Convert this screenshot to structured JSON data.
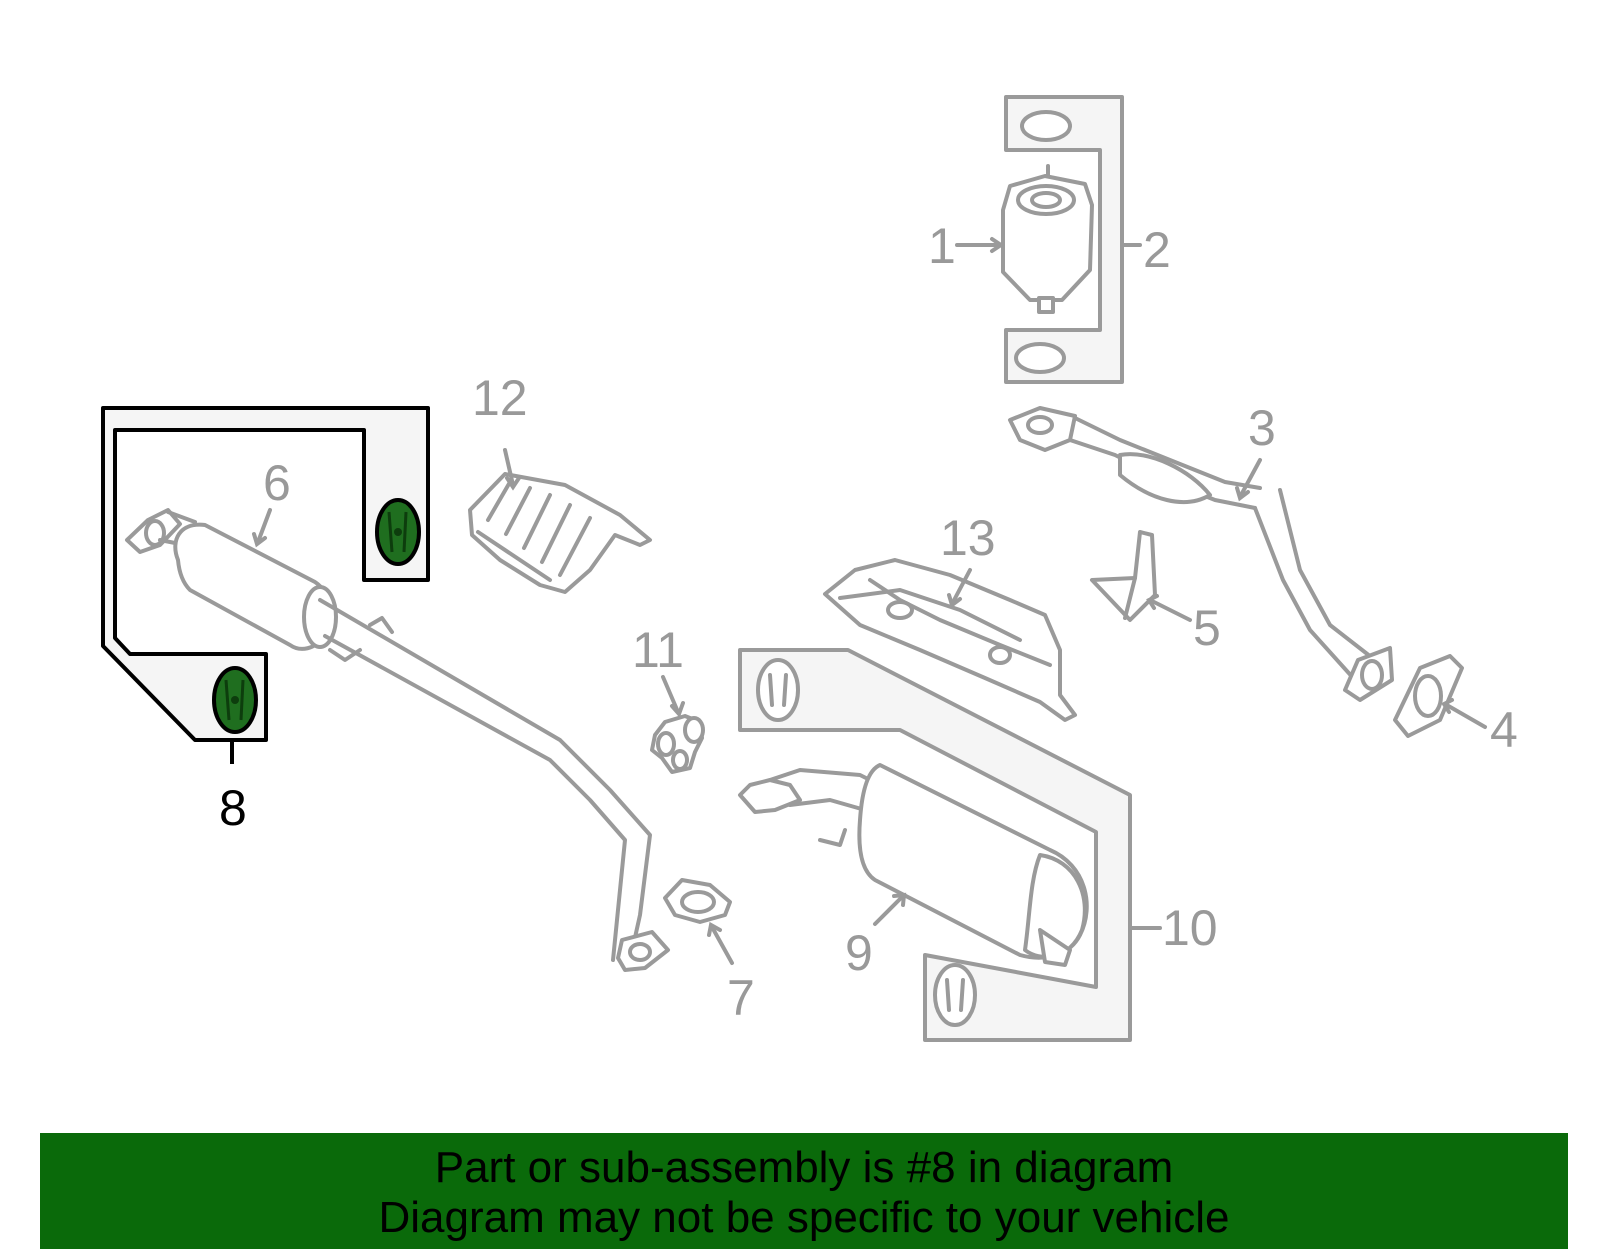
{
  "callouts": {
    "c1": "1",
    "c2": "2",
    "c3": "3",
    "c4": "4",
    "c5": "5",
    "c6": "6",
    "c7": "7",
    "c8": "8",
    "c9": "9",
    "c10": "10",
    "c11": "11",
    "c12": "12",
    "c13": "13"
  },
  "highlight": {
    "part": "8",
    "color": "#1f6e1f"
  },
  "banner": {
    "line1": "Part or sub-assembly is #8 in diagram",
    "line2": "Diagram may not be specific to your vehicle",
    "color": "#0a6a0a"
  }
}
